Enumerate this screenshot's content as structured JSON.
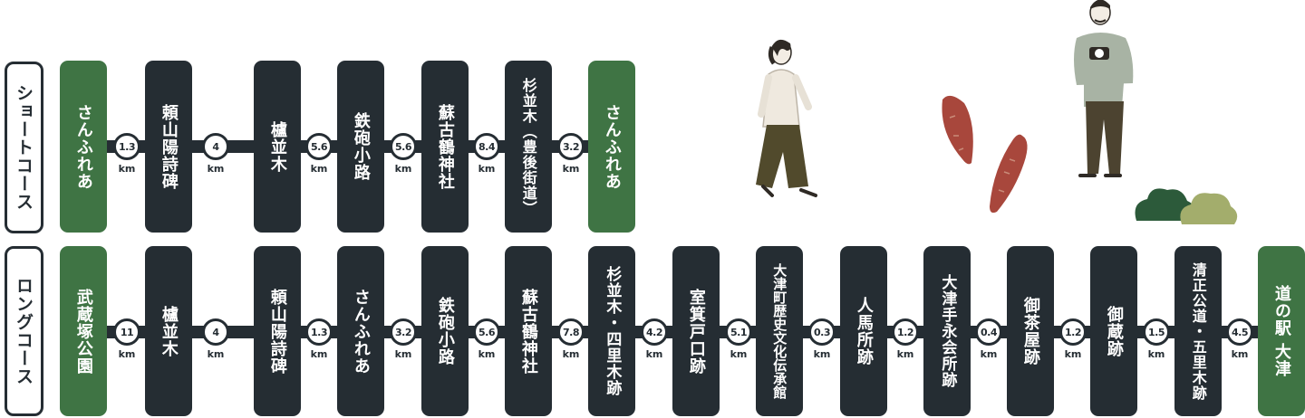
{
  "short_course": {
    "label": "ショートコース",
    "stations": [
      {
        "name": "さんふれあ",
        "color": "green"
      },
      {
        "name": "頼山陽詩碑",
        "color": "dark"
      },
      {
        "name": "櫨並木",
        "color": "dark"
      },
      {
        "name": "鉄砲小路",
        "color": "dark"
      },
      {
        "name": "蘇古鶴神社",
        "color": "dark"
      },
      {
        "name": "杉並木︵豊後街道︶",
        "color": "dark"
      },
      {
        "name": "さんふれあ",
        "color": "green"
      }
    ],
    "distances": [
      "1.3",
      "4",
      "5.6",
      "5.6",
      "8.4",
      "3.2"
    ]
  },
  "long_course": {
    "label": "ロングコース",
    "stations": [
      {
        "name": "武蔵塚公園",
        "color": "green"
      },
      {
        "name": "櫨並木",
        "color": "dark"
      },
      {
        "name": "頼山陽詩碑",
        "color": "dark"
      },
      {
        "name": "さんふれあ",
        "color": "dark"
      },
      {
        "name": "鉄砲小路",
        "color": "dark"
      },
      {
        "name": "蘇古鶴神社",
        "color": "dark"
      },
      {
        "name": "杉並木・四里木跡",
        "color": "dark"
      },
      {
        "name": "室箕戸口跡",
        "color": "dark"
      },
      {
        "name": "大津町歴史文化伝承館",
        "color": "dark"
      },
      {
        "name": "人馬所跡",
        "color": "dark"
      },
      {
        "name": "大津手永会所跡",
        "color": "dark"
      },
      {
        "name": "御茶屋跡",
        "color": "dark"
      },
      {
        "name": "御蔵跡",
        "color": "dark"
      },
      {
        "name": "清正公道・五里木跡",
        "color": "dark"
      },
      {
        "name": "道の駅 大津",
        "color": "green"
      }
    ],
    "distances": [
      "11",
      "4",
      "1.3",
      "3.2",
      "5.6",
      "7.8",
      "4.2",
      "5.1",
      "0.3",
      "1.2",
      "0.4",
      "1.2",
      "1.5",
      "4.5"
    ]
  },
  "distance_unit": "km",
  "colors": {
    "dark": "#252d33",
    "green": "#3f7444"
  }
}
